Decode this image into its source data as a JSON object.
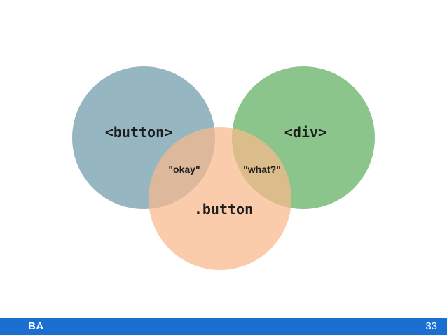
{
  "diagram": {
    "sets": [
      {
        "id": "button-element",
        "label": "<button>",
        "color": "#7fa6b4"
      },
      {
        "id": "div-element",
        "label": "<div>",
        "color": "#73b873"
      },
      {
        "id": "button-class",
        "label": ".button",
        "color": "#f9b98a"
      }
    ],
    "intersections": [
      {
        "id": "button-element-and-class",
        "label": "\"okay\""
      },
      {
        "id": "div-element-and-class",
        "label": "\"what?\""
      }
    ]
  },
  "footer": {
    "left_text": "BA",
    "page_number": "33",
    "color": "#1a6fd1"
  }
}
